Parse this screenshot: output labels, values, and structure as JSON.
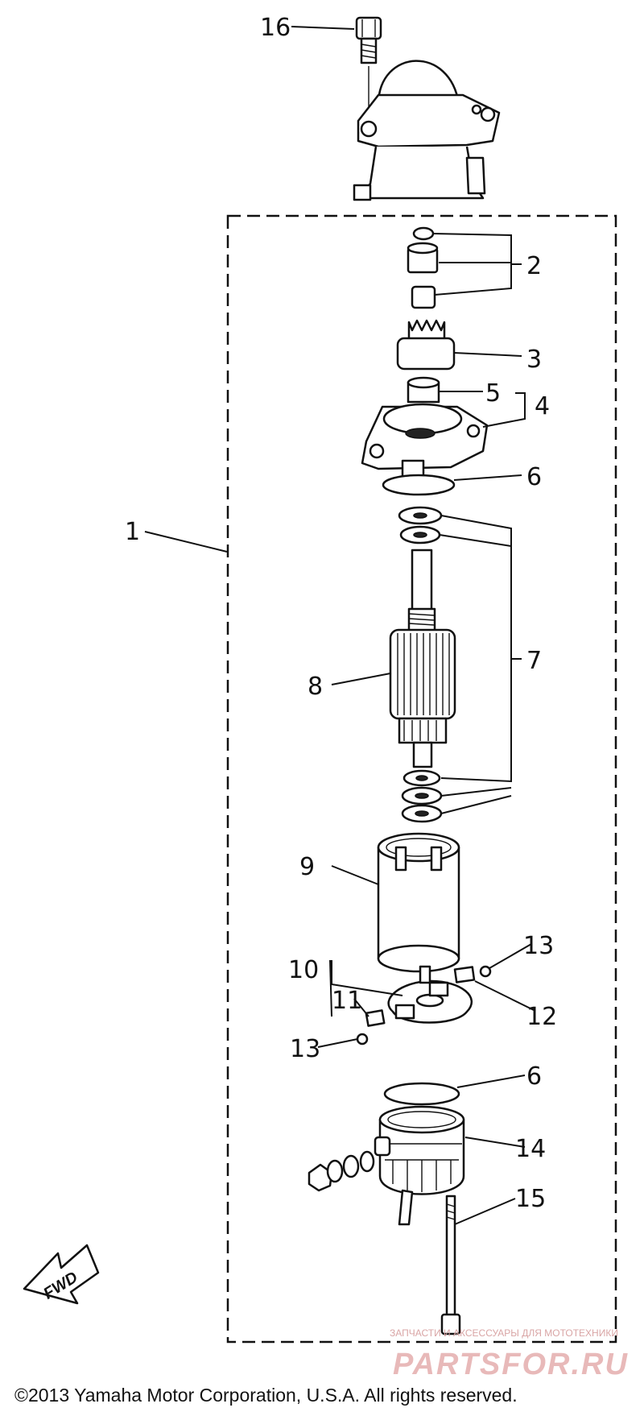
{
  "labels": {
    "l1": "1",
    "l2": "2",
    "l3": "3",
    "l4": "4",
    "l5": "5",
    "l6a": "6",
    "l6b": "6",
    "l7": "7",
    "l8": "8",
    "l9": "9",
    "l10": "10",
    "l11": "11",
    "l12": "12",
    "l13a": "13",
    "l13b": "13",
    "l14": "14",
    "l15": "15",
    "l16": "16"
  },
  "direction_marker": "FWD",
  "copyright": "©2013 Yamaha Motor Corporation, U.S.A. All rights reserved.",
  "watermark": {
    "tagline": "ЗАПЧАСТИ И АКСЕССУАРЫ ДЛЯ МОТОТЕХНИКИ",
    "site": "PARTSFOR.RU"
  },
  "colors": {
    "ink": "#111111",
    "watermark": "#e8b9b9",
    "background": "#ffffff"
  }
}
